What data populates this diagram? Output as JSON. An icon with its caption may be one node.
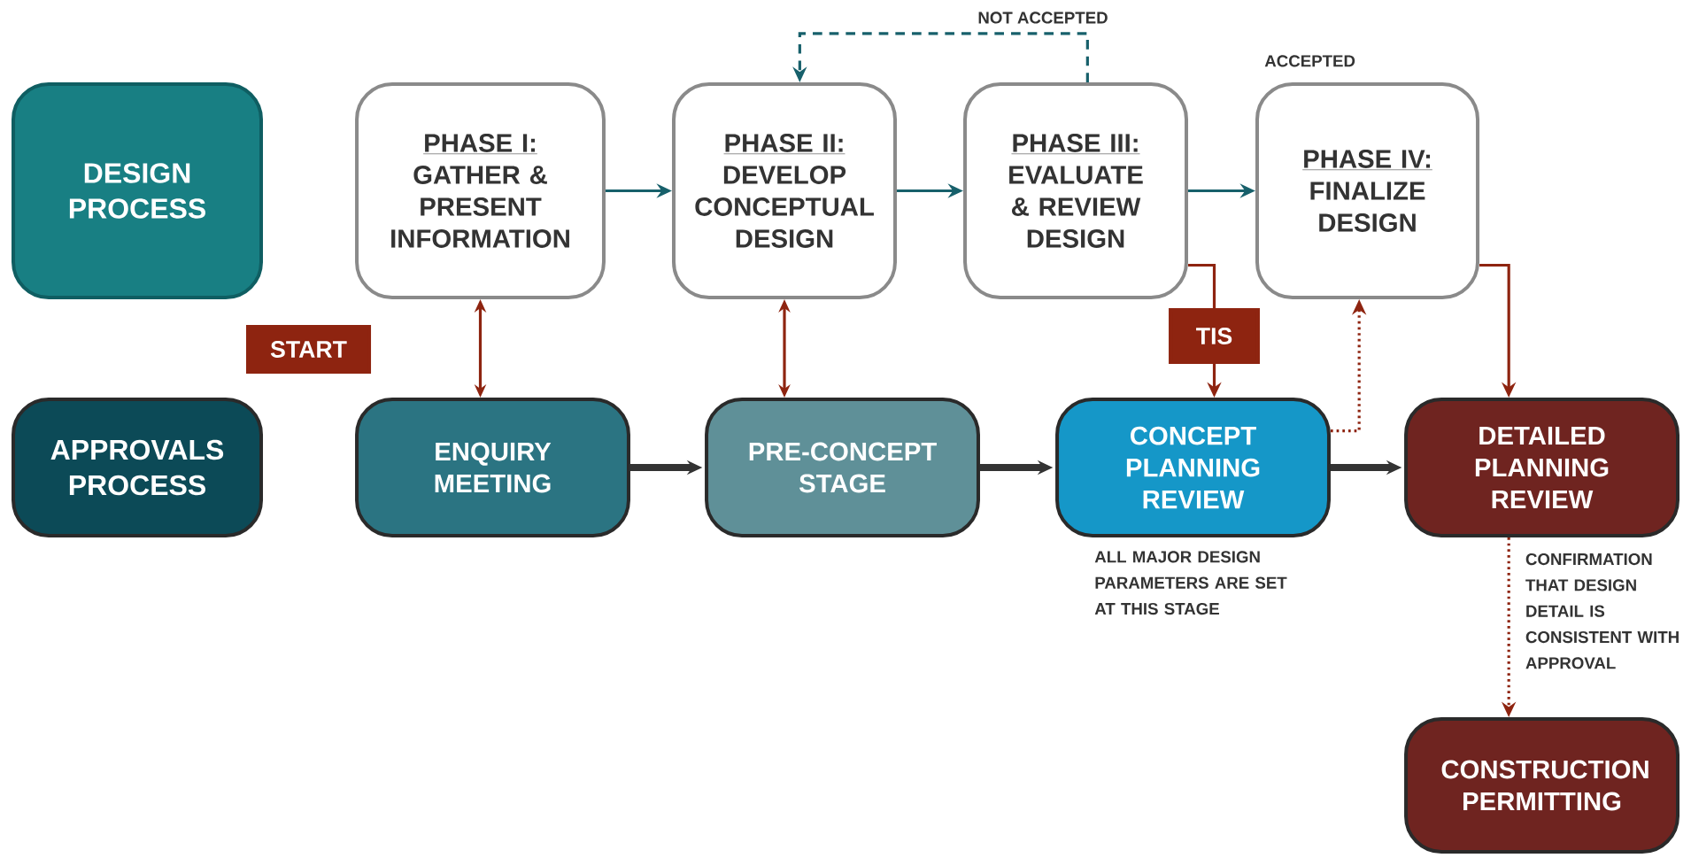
{
  "diagram": {
    "nodes": [
      {
        "text": [
          "DESIGN PROCESS"
        ]
      },
      {
        "text": [
          "APPROVALS PROCESS"
        ]
      },
      {
        "text": [
          "PHASE I:",
          "GATHER & PRESENT INFORMATION"
        ]
      },
      {
        "text": [
          "PHASE II:",
          "DEVELOP CONCEPTUAL DESIGN"
        ]
      },
      {
        "text": [
          "PHASE III:",
          "EVALUATE & REVIEW DESIGN"
        ]
      },
      {
        "text": [
          "PHASE IV:",
          "FINALIZE DESIGN"
        ],
        "beside": [
          "ACCEPTED"
        ]
      },
      {
        "text": [
          "START"
        ]
      },
      {
        "text": [
          "TIS"
        ]
      },
      {
        "text": [
          "ENQUIRY MEETING"
        ]
      },
      {
        "text": [
          "PRE-CONCEPT STAGE"
        ]
      },
      {
        "text": [
          "CONCEPT PLANNING REVIEW"
        ],
        "beside": [
          "ALL MAJOR DESIGN PARAMETERS ARE SET AT THIS STAGE"
        ]
      },
      {
        "text": [
          "DETAILED PLANNING REVIEW"
        ]
      },
      {
        "text": [
          "CONSTRUCTION PERMITTING"
        ]
      }
    ],
    "edges": [
      {
        "from": 2,
        "to": 3,
        "arrow": "to",
        "color": "#17606b"
      },
      {
        "from": 3,
        "to": 4,
        "arrow": "to",
        "color": "#17606b"
      },
      {
        "from": 4,
        "to": 5,
        "arrow": "to",
        "color": "#17606b"
      },
      {
        "from": 4,
        "to": 3,
        "arrow": "to",
        "style": "dashed",
        "color": "#17606b",
        "label": "NOT ACCEPTED"
      },
      {
        "from": 2,
        "to": 8,
        "arrow": "both"
      },
      {
        "from": 3,
        "to": 9,
        "arrow": "both"
      },
      {
        "from": 8,
        "to": 9,
        "arrow": "to",
        "style": "thick",
        "color": "#333333"
      },
      {
        "from": 9,
        "to": 10,
        "arrow": "to",
        "style": "thick",
        "color": "#333333"
      },
      {
        "from": 10,
        "to": 11,
        "arrow": "to",
        "style": "thick",
        "color": "#333333"
      },
      {
        "from": 4,
        "to": 7,
        "arrow": "none"
      },
      {
        "from": 7,
        "to": 10,
        "arrow": "to"
      },
      {
        "from": 10,
        "to": 5,
        "arrow": "to",
        "style": "dashed"
      },
      {
        "from": 5,
        "to": 11,
        "arrow": "to"
      },
      {
        "from": 11,
        "to": 12,
        "arrow": "to",
        "style": "dashed",
        "label": "CONFIRMATION THAT DESIGN DETAIL IS CONSISTENT WITH APPROVAL"
      }
    ]
  }
}
